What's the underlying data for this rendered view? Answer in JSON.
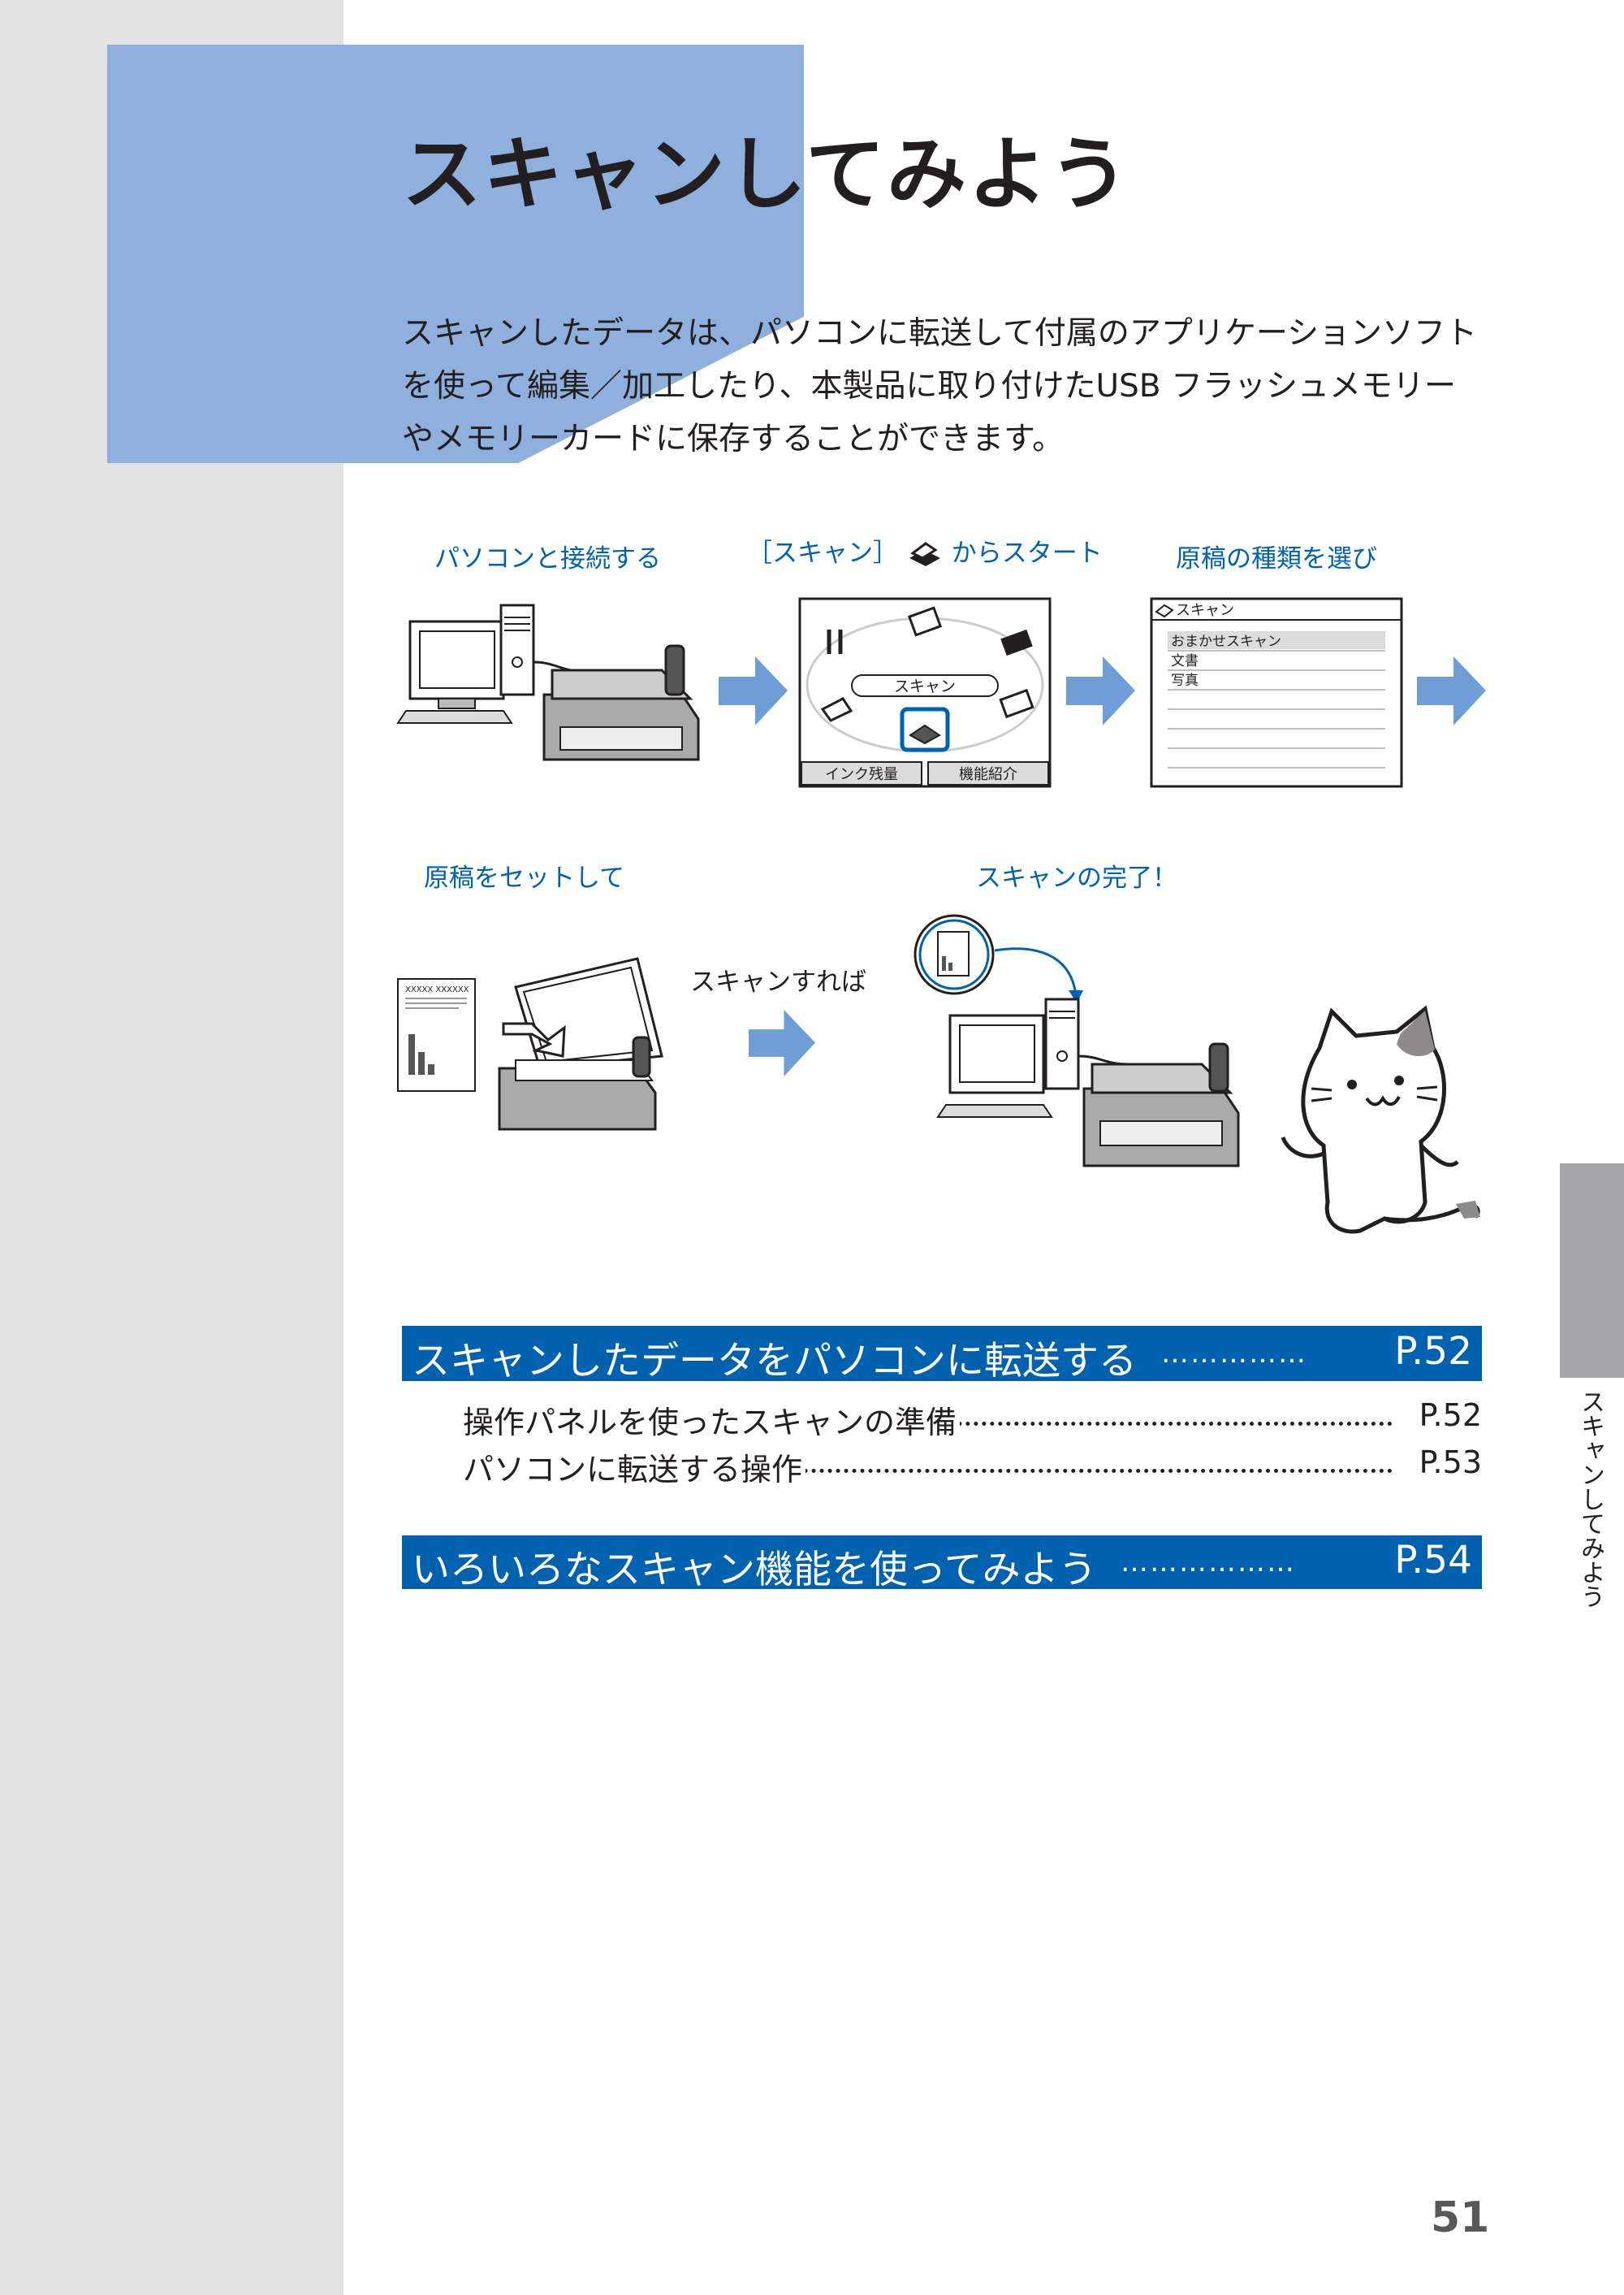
{
  "page": {
    "title": "スキャンしてみよう",
    "intro_lines": [
      "スキャンしたデータは、パソコンに転送して付属のアプリケーションソフト",
      "を使って編集／加工したり、本製品に取り付けたUSB フラッシュメモリー",
      "やメモリーカードに保存することができます。"
    ],
    "page_number": "51",
    "side_tab": "スキャンしてみよう"
  },
  "steps": {
    "connect": "パソコンと接続する",
    "start_prefix": "［スキャン］",
    "start_suffix": "からスタート",
    "choose": "原稿の種類を選び",
    "set": "原稿をセットして",
    "scan_action": "スキャンすれば",
    "done": "スキャンの完了！"
  },
  "lcd_home": {
    "center_label": "スキャン",
    "soft_left": "インク残量",
    "soft_right": "機能紹介"
  },
  "lcd_menu": {
    "header": "スキャン",
    "items": [
      "おまかせスキャン",
      "文書",
      "写真"
    ]
  },
  "doc_sample": {
    "heading": "XXXXX XXXXXX"
  },
  "sections": [
    {
      "title": "スキャンしたデータをパソコンに転送する",
      "dots": "……………",
      "page": "P.52"
    },
    {
      "title": "いろいろなスキャン機能を使ってみよう",
      "dots": "………………",
      "page": "P.54"
    }
  ],
  "toc": [
    {
      "title": "操作パネルを使ったスキャンの準備",
      "page": "P.52"
    },
    {
      "title": "パソコンに転送する操作",
      "page": "P.53"
    }
  ],
  "colors": {
    "accent_blue": "#0062ae",
    "light_blue": "#8fb0dc",
    "arrow_blue": "#6f9ed6",
    "band_gray": "#e3e3e4"
  }
}
